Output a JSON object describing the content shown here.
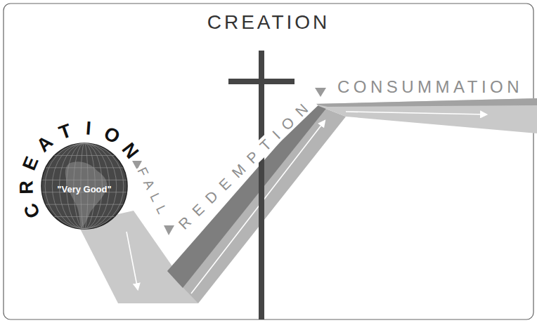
{
  "diagram": {
    "title": "CREATION",
    "nodes": [
      {
        "text": [
          "CREATION",
          "\"Very Good\""
        ]
      }
    ],
    "labels": [
      "FALL",
      "REDEMPTION",
      "CONSUMMATION"
    ]
  }
}
